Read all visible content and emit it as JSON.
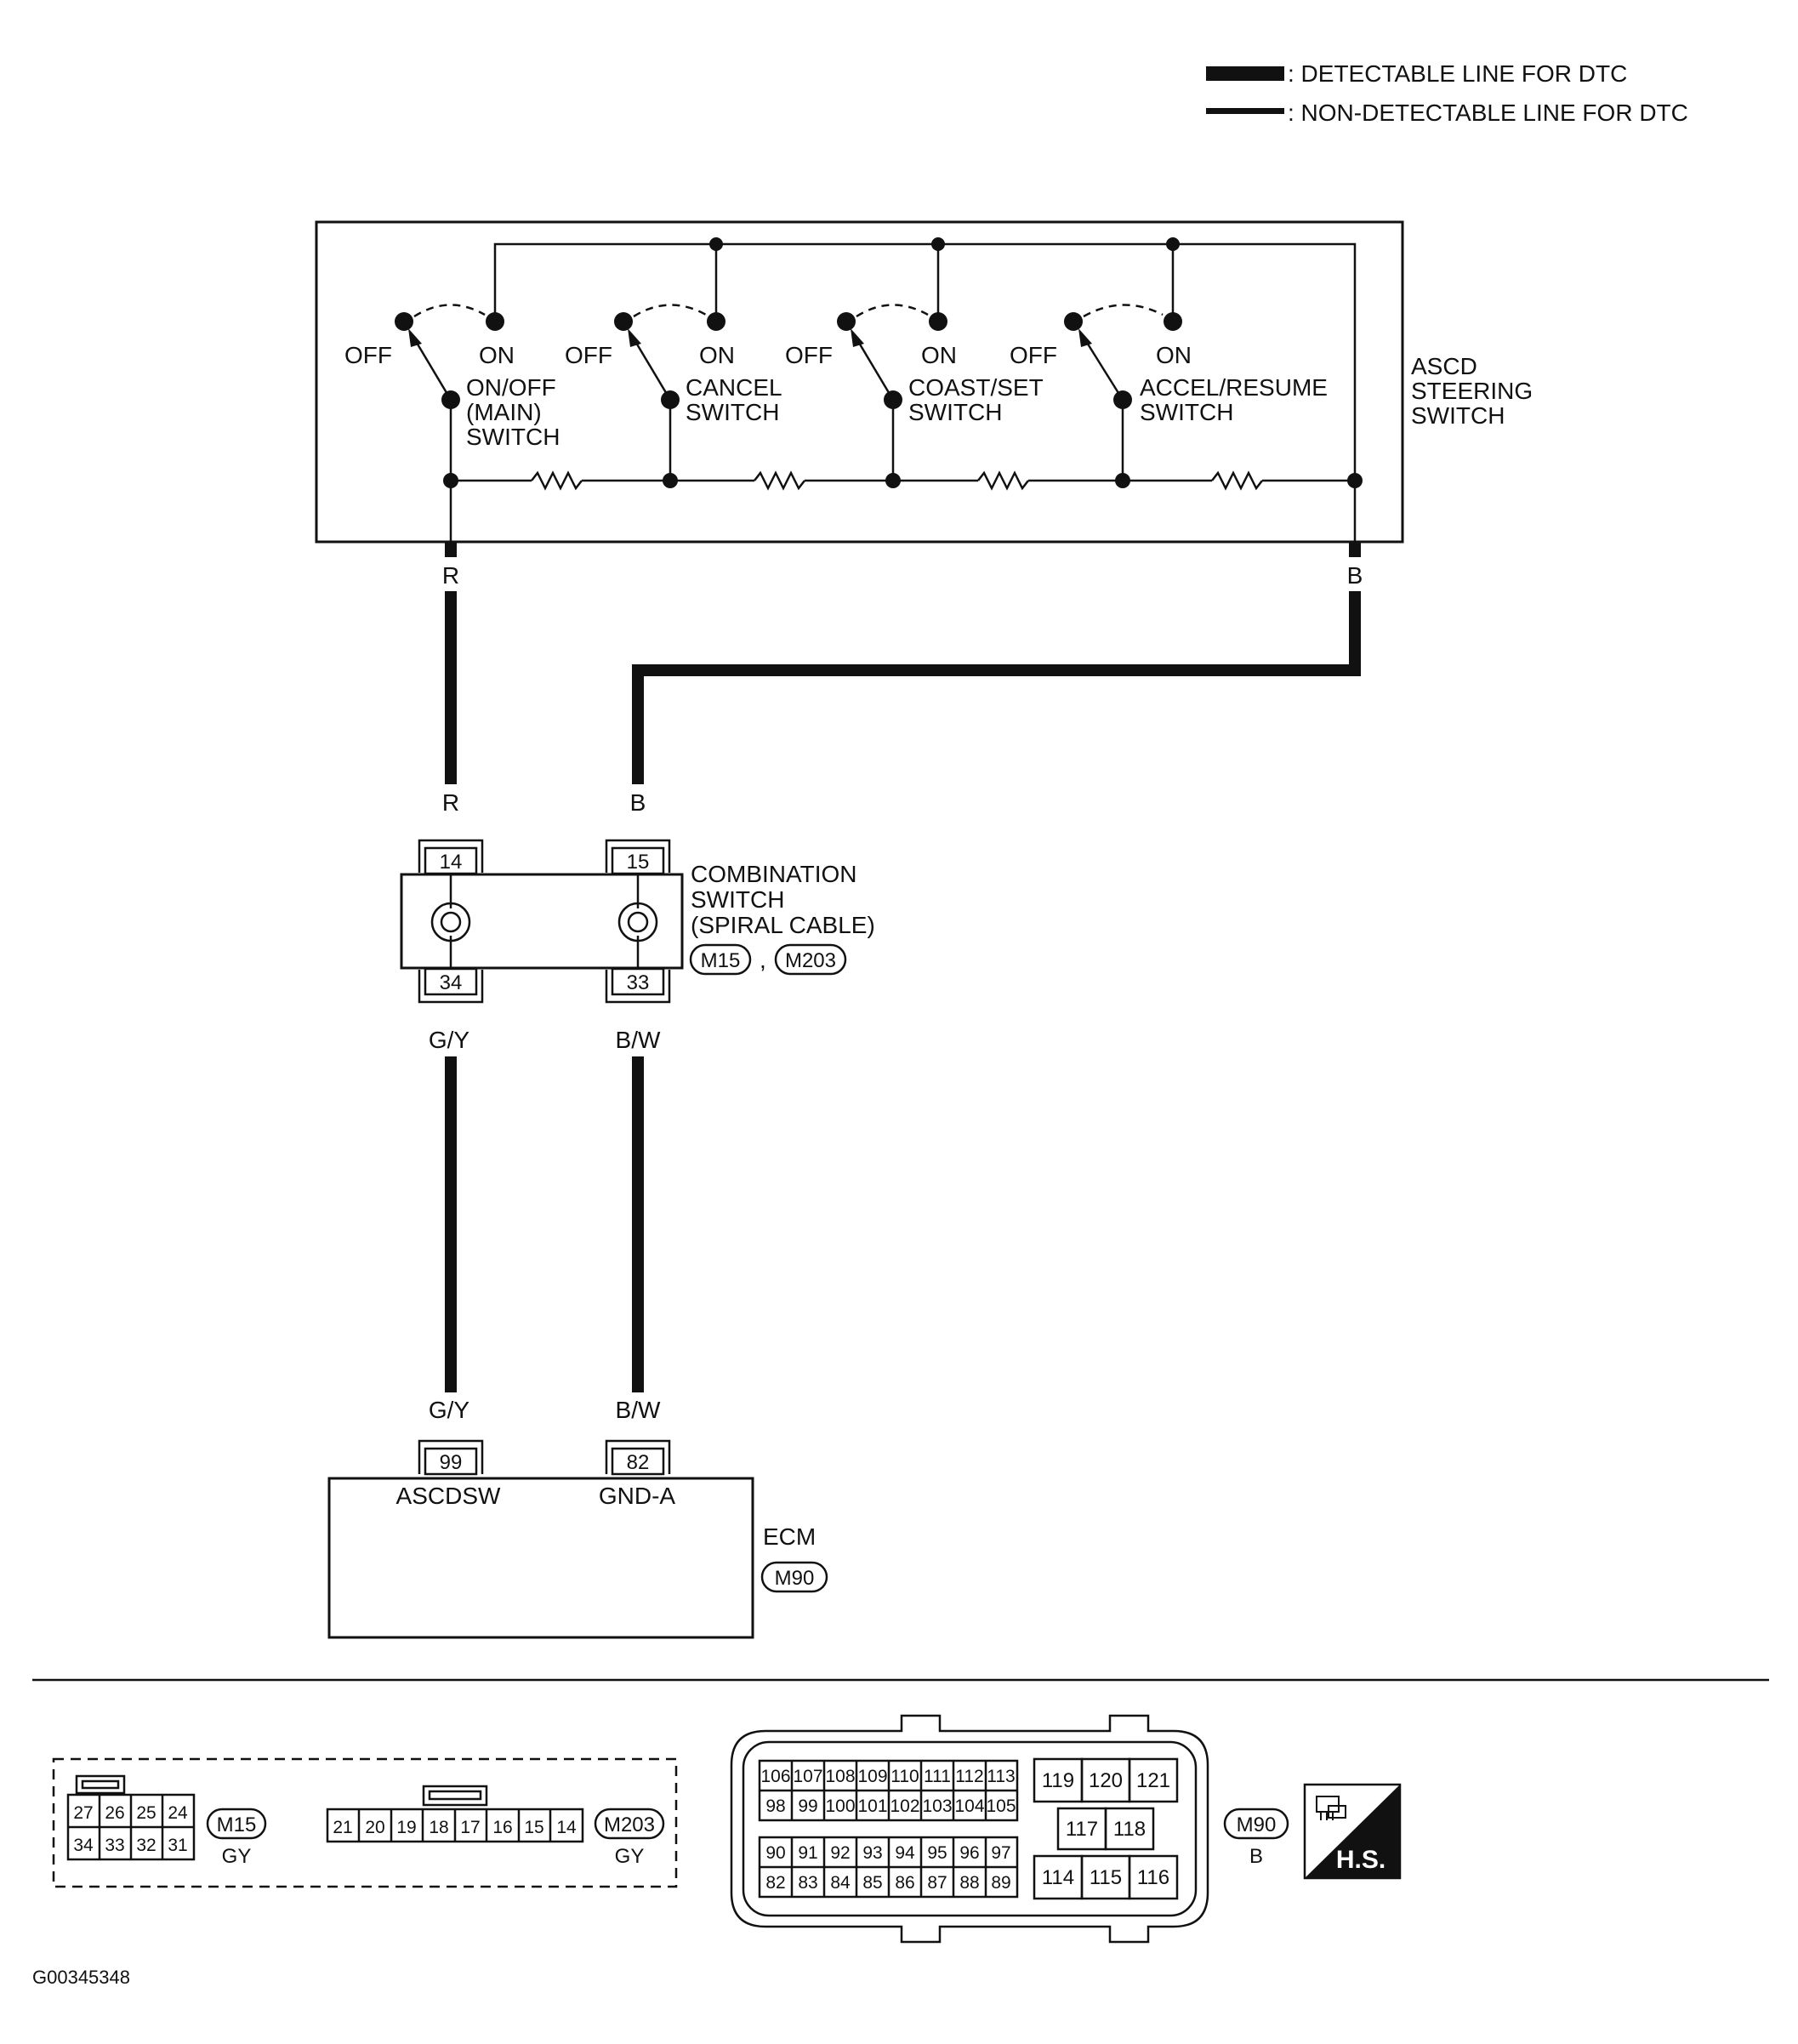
{
  "legend": {
    "detectable": ": DETECTABLE LINE FOR DTC",
    "non_detectable": ": NON-DETECTABLE LINE FOR DTC"
  },
  "asc_switch": {
    "title": [
      "ASCD",
      "STEERING",
      "SWITCH"
    ],
    "switches": [
      {
        "off": "OFF",
        "on": "ON",
        "name": [
          "ON/OFF",
          "(MAIN)",
          "SWITCH"
        ]
      },
      {
        "off": "OFF",
        "on": "ON",
        "name": [
          "CANCEL",
          "SWITCH"
        ]
      },
      {
        "off": "OFF",
        "on": "ON",
        "name": [
          "COAST/SET",
          "SWITCH"
        ]
      },
      {
        "off": "OFF",
        "on": "ON",
        "name": [
          "ACCEL/RESUME",
          "SWITCH"
        ]
      }
    ]
  },
  "wires": {
    "left_top": "R",
    "right_top": "B",
    "left_mid": "R",
    "right_mid": "B",
    "left_lower": "G/Y",
    "right_lower": "B/W",
    "left_bottom": "G/Y",
    "right_bottom": "B/W"
  },
  "combination_switch": {
    "title": [
      "COMBINATION",
      "SWITCH",
      "(SPIRAL CABLE)"
    ],
    "pins": {
      "top_left": "14",
      "top_right": "15",
      "bottom_left": "34",
      "bottom_right": "33"
    },
    "connectors": [
      "M15",
      "M203"
    ],
    "separator": ","
  },
  "ecm": {
    "title": "ECM",
    "connector": "M90",
    "pins": [
      {
        "number": "99",
        "label": "ASCDSW"
      },
      {
        "number": "82",
        "label": "GND-A"
      }
    ]
  },
  "connectors": {
    "m15": {
      "id": "M15",
      "color": "GY",
      "top_row": [
        "27",
        "26",
        "25",
        "24"
      ],
      "bottom_row": [
        "34",
        "33",
        "32",
        "31"
      ]
    },
    "m203": {
      "id": "M203",
      "color": "GY",
      "row": [
        "21",
        "20",
        "19",
        "18",
        "17",
        "16",
        "15",
        "14"
      ]
    },
    "m90": {
      "id": "M90",
      "color": "B",
      "block1_row1": [
        "106",
        "107",
        "108",
        "109",
        "110",
        "111",
        "112",
        "113"
      ],
      "block1_row2": [
        "98",
        "99",
        "100",
        "101",
        "102",
        "103",
        "104",
        "105"
      ],
      "block2_row1": [
        "90",
        "91",
        "92",
        "93",
        "94",
        "95",
        "96",
        "97"
      ],
      "block2_row2": [
        "82",
        "83",
        "84",
        "85",
        "86",
        "87",
        "88",
        "89"
      ],
      "right_row1": [
        "119",
        "120",
        "121"
      ],
      "right_row2": [
        "117",
        "118"
      ],
      "right_row3": [
        "114",
        "115",
        "116"
      ]
    }
  },
  "hs_badge": "H.S.",
  "figure_code": "G00345348"
}
